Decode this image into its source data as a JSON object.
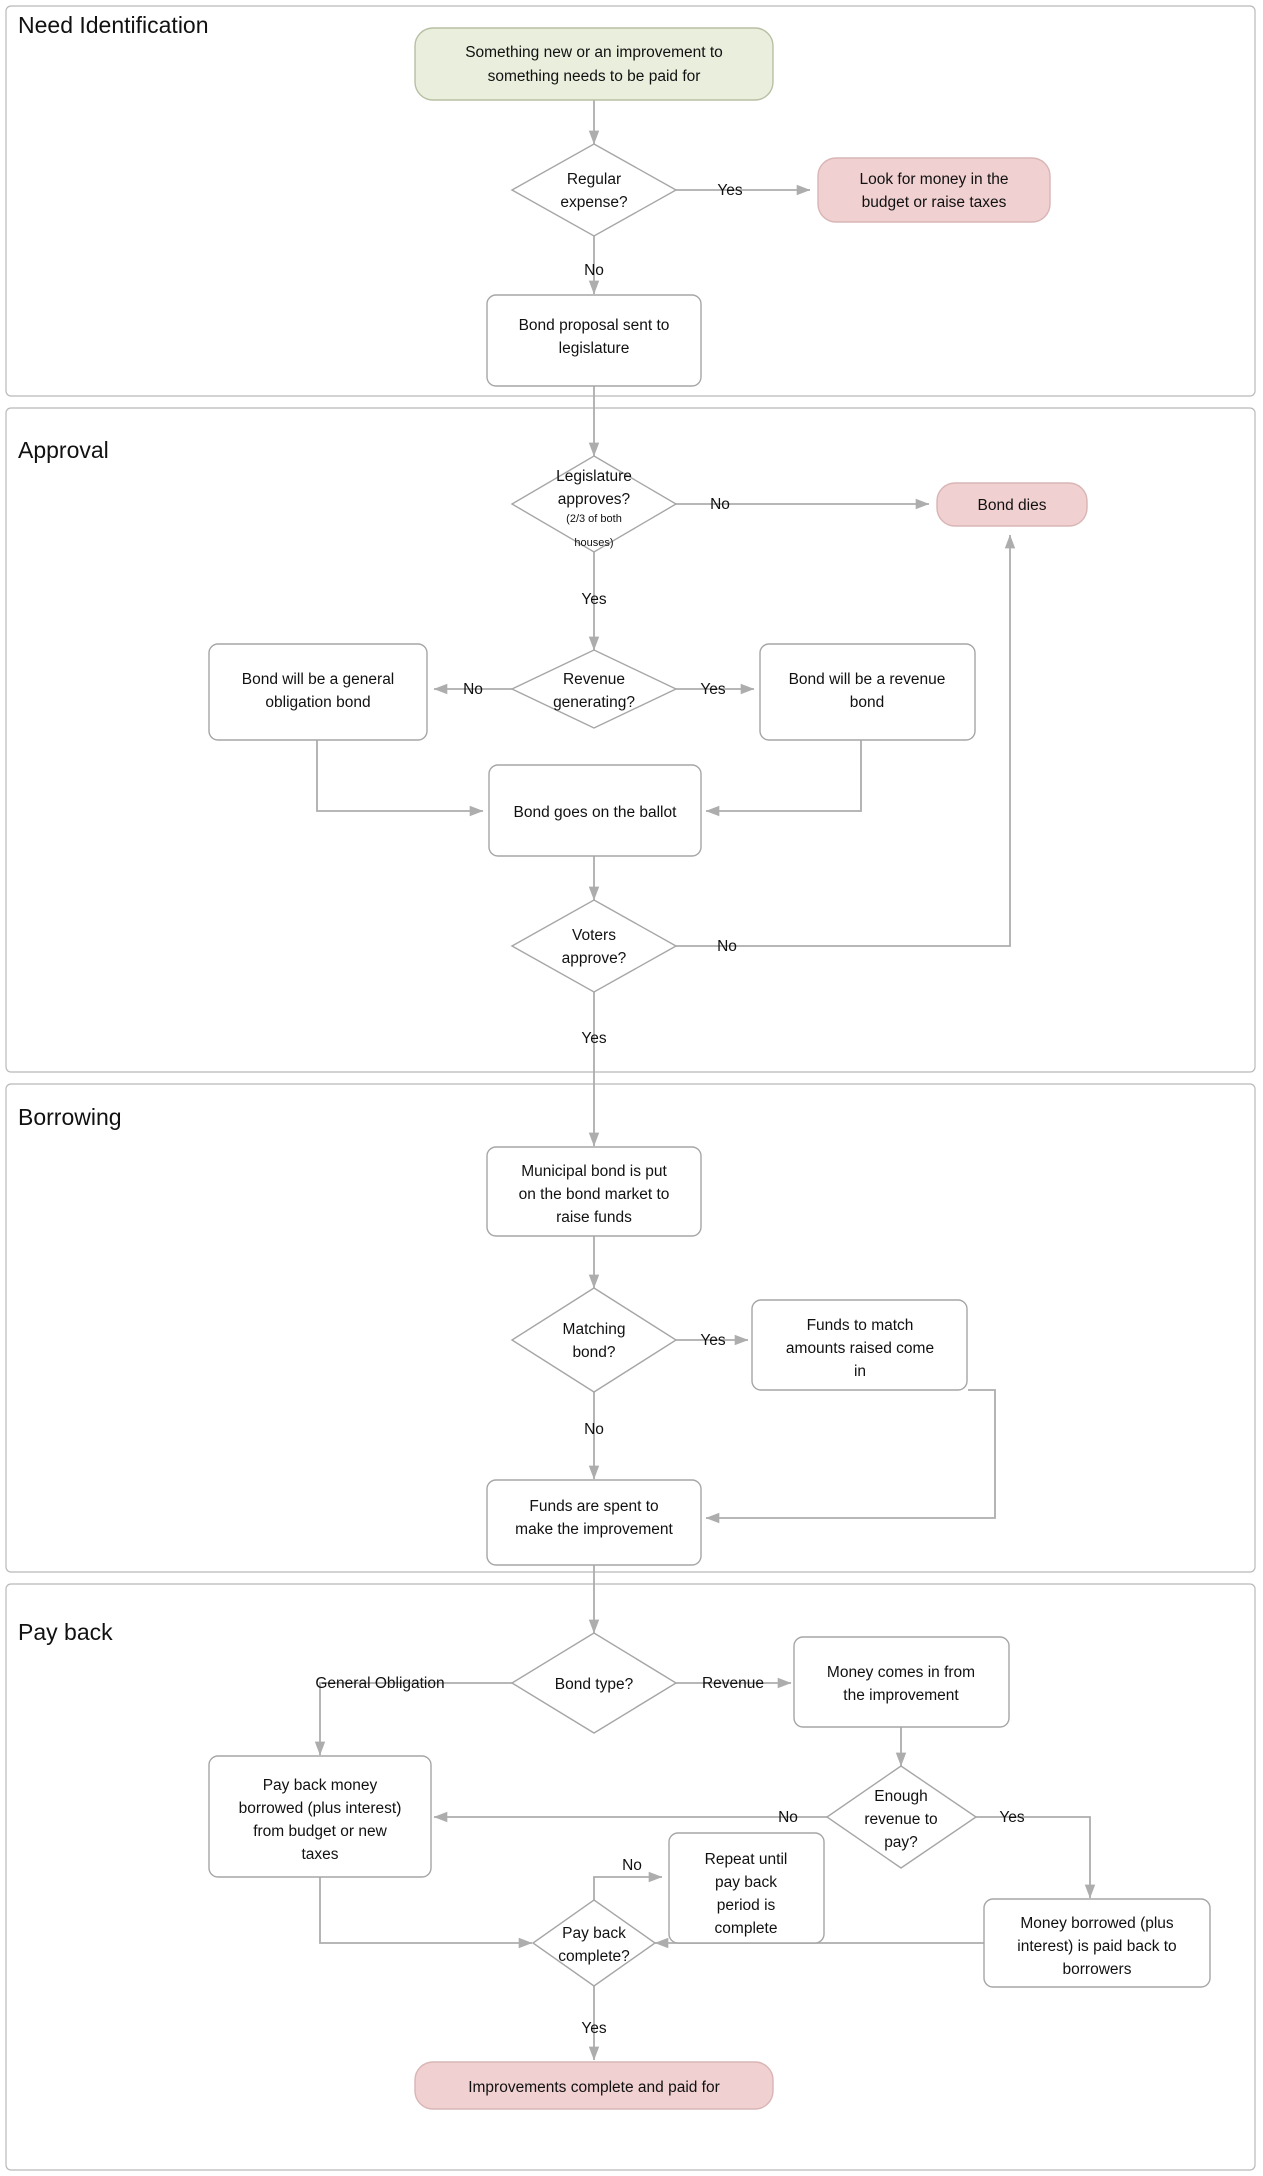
{
  "diagram": {
    "title": "Municipal bond process flowchart",
    "colors": {
      "start_fill": "#eaeedd",
      "start_stroke": "#b8bfa3",
      "end_fill": "#f0d0d0",
      "end_stroke": "#d9b5b5",
      "node_fill": "#ffffff",
      "node_stroke": "#a6a6a6",
      "edge": "#adadad",
      "lane_stroke": "#b9b9b9",
      "text": "#111111"
    }
  },
  "sections": [
    {
      "id": "need",
      "label": "Need Identification"
    },
    {
      "id": "approval",
      "label": "Approval"
    },
    {
      "id": "borrowing",
      "label": "Borrowing"
    },
    {
      "id": "payback",
      "label": "Pay back"
    }
  ],
  "nodes": {
    "start": {
      "label": "Something new or an improvement to something needs to be paid for",
      "shape": "stadium",
      "kind": "start"
    },
    "regular_expense": {
      "label": "Regular expense?",
      "shape": "diamond",
      "kind": "decision"
    },
    "look_for_money": {
      "label": "Look for money in the budget or raise taxes",
      "shape": "stadium",
      "kind": "end"
    },
    "bond_proposal": {
      "label": "Bond proposal sent to legislature",
      "shape": "rect",
      "kind": "process"
    },
    "legislature": {
      "label": "Legislature approves?",
      "sublabel": "(2/3 of both houses)",
      "shape": "diamond",
      "kind": "decision"
    },
    "bond_dies": {
      "label": "Bond dies",
      "shape": "stadium",
      "kind": "end"
    },
    "revenue_gen": {
      "label": "Revenue generating?",
      "shape": "diamond",
      "kind": "decision"
    },
    "general_obligation": {
      "label": "Bond will be a general obligation bond",
      "shape": "rect",
      "kind": "process"
    },
    "revenue_bond": {
      "label": "Bond will be a revenue bond",
      "shape": "rect",
      "kind": "process"
    },
    "ballot": {
      "label": "Bond goes on the ballot",
      "shape": "rect",
      "kind": "process"
    },
    "voters": {
      "label": "Voters approve?",
      "shape": "diamond",
      "kind": "decision"
    },
    "municipal_market": {
      "label": "Municipal bond is put on the bond market to raise funds",
      "shape": "rect",
      "kind": "process"
    },
    "matching_bond": {
      "label": "Matching bond?",
      "shape": "diamond",
      "kind": "decision"
    },
    "matching_funds": {
      "label": "Funds to match amounts raised come in",
      "shape": "rect",
      "kind": "process"
    },
    "funds_spent": {
      "label": "Funds are spent to make the improvement",
      "shape": "rect",
      "kind": "process"
    },
    "bond_type": {
      "label": "Bond type?",
      "shape": "diamond",
      "kind": "decision"
    },
    "money_comes_in": {
      "label": "Money comes in from the improvement",
      "shape": "rect",
      "kind": "process"
    },
    "pay_back_money": {
      "label": "Pay back money borrowed (plus interest) from budget or new taxes",
      "shape": "rect",
      "kind": "process"
    },
    "enough_revenue": {
      "label": "Enough revenue to pay?",
      "shape": "diamond",
      "kind": "decision"
    },
    "repeat_until": {
      "label": "Repeat until pay back period is complete",
      "shape": "rect",
      "kind": "process"
    },
    "money_paid_back": {
      "label": "Money borrowed (plus interest) is paid back to borrowers",
      "shape": "rect",
      "kind": "process"
    },
    "pay_back_complete": {
      "label": "Pay back complete?",
      "shape": "diamond",
      "kind": "decision"
    },
    "improvements_done": {
      "label": "Improvements complete and paid for",
      "shape": "stadium",
      "kind": "end"
    }
  },
  "node_lines": {
    "start": [
      "Something new or an improvement to",
      "something needs to be paid for"
    ],
    "regular_expense": [
      "Regular",
      "expense?"
    ],
    "look_for_money": [
      "Look for money in the",
      "budget or raise taxes"
    ],
    "bond_proposal": [
      "Bond proposal sent to",
      "legislature"
    ],
    "legislature": [
      "Legislature",
      "approves?"
    ],
    "legislature_sub": [
      "(2/3 of both",
      "houses)"
    ],
    "bond_dies": [
      "Bond dies"
    ],
    "revenue_gen": [
      "Revenue",
      "generating?"
    ],
    "general_obligation": [
      "Bond will be a general",
      "obligation bond"
    ],
    "revenue_bond": [
      "Bond will be a revenue",
      "bond"
    ],
    "ballot": [
      "Bond goes on the ballot"
    ],
    "voters": [
      "Voters",
      "approve?"
    ],
    "municipal_market": [
      "Municipal bond is put",
      "on the bond market to",
      "raise funds"
    ],
    "matching_bond": [
      "Matching",
      "bond?"
    ],
    "matching_funds": [
      "Funds to match",
      "amounts raised come",
      "in"
    ],
    "funds_spent": [
      "Funds are spent to",
      "make the improvement"
    ],
    "bond_type": [
      "Bond type?"
    ],
    "money_comes_in": [
      "Money comes in from",
      "the improvement"
    ],
    "pay_back_money": [
      "Pay back money",
      "borrowed (plus interest)",
      "from budget or new",
      "taxes"
    ],
    "enough_revenue": [
      "Enough",
      "revenue to",
      "pay?"
    ],
    "repeat_until": [
      "Repeat until",
      "pay back",
      "period is",
      "complete"
    ],
    "money_paid_back": [
      "Money borrowed (plus",
      "interest) is paid back to",
      "borrowers"
    ],
    "pay_back_complete": [
      "Pay back",
      "complete?"
    ],
    "improvements_done": [
      "Improvements complete and paid for"
    ]
  },
  "edge_labels": {
    "regular_yes": "Yes",
    "regular_no": "No",
    "legislature_no": "No",
    "legislature_yes": "Yes",
    "revenue_no": "No",
    "revenue_yes": "Yes",
    "voters_no": "No",
    "voters_yes": "Yes",
    "matching_yes": "Yes",
    "matching_no": "No",
    "bondtype_general": "General Obligation",
    "bondtype_revenue": "Revenue",
    "enough_no": "No",
    "enough_yes": "Yes",
    "payback_no": "No",
    "payback_yes": "Yes"
  }
}
